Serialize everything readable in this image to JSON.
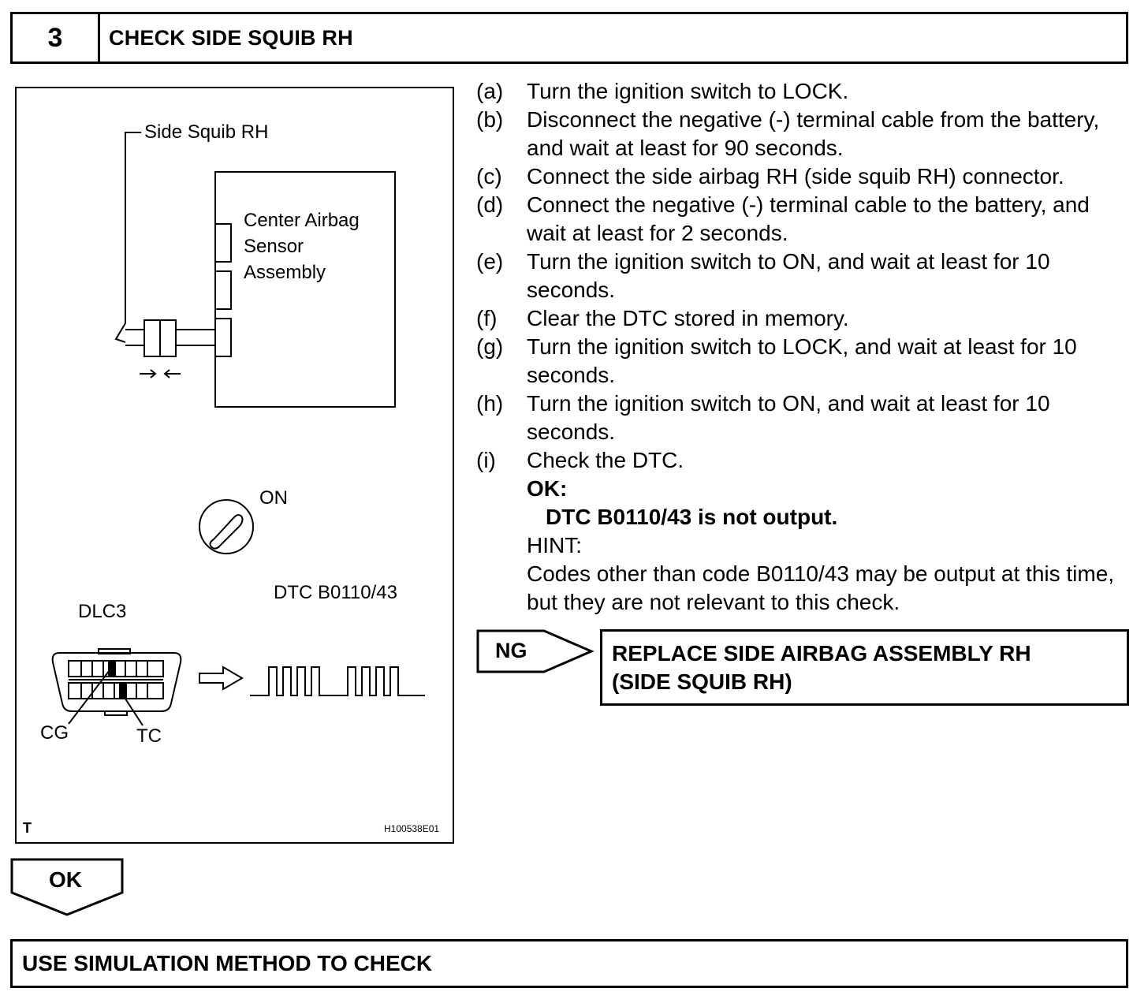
{
  "step": {
    "number": "3",
    "title": "CHECK SIDE SQUIB RH"
  },
  "figure": {
    "side_squib_label": "Side Squib RH",
    "center_sensor_label_1": "Center Airbag",
    "center_sensor_label_2": "Sensor",
    "center_sensor_label_3": "Assembly",
    "ignition_label": "ON",
    "dlc_label": "DLC3",
    "dtc_label": "DTC B0110/43",
    "cg_label": "CG",
    "tc_label": "TC",
    "corner_mark": "T",
    "figure_id": "H100538E01"
  },
  "instructions": [
    {
      "letter": "(a)",
      "text": "Turn the ignition switch to LOCK."
    },
    {
      "letter": "(b)",
      "text": "Disconnect the negative (-) terminal cable from the battery, and wait at least for 90 seconds."
    },
    {
      "letter": "(c)",
      "text": "Connect the side airbag RH (side squib RH) connector."
    },
    {
      "letter": "(d)",
      "text": "Connect the negative (-) terminal cable to the battery, and wait at least for 2 seconds."
    },
    {
      "letter": "(e)",
      "text": "Turn the ignition switch to ON, and wait at least for 10 seconds."
    },
    {
      "letter": "(f)",
      "text": "Clear the DTC stored in memory."
    },
    {
      "letter": "(g)",
      "text": "Turn the ignition switch to LOCK, and wait at least for 10 seconds."
    },
    {
      "letter": "(h)",
      "text": "Turn the ignition switch to ON, and wait at least for 10 seconds."
    },
    {
      "letter": "(i)",
      "text": "Check the DTC."
    }
  ],
  "ok_block": {
    "label": "OK:",
    "result": "DTC B0110/43 is not output.",
    "hint_label": "HINT:",
    "hint_text": "Codes other than code B0110/43 may be output at this time, but they are not relevant to this check."
  },
  "ng": {
    "label": "NG",
    "action_line1": "REPLACE SIDE AIRBAG ASSEMBLY RH",
    "action_line2": "(SIDE SQUIB RH)"
  },
  "ok": {
    "label": "OK"
  },
  "next_step": "USE SIMULATION METHOD TO CHECK"
}
